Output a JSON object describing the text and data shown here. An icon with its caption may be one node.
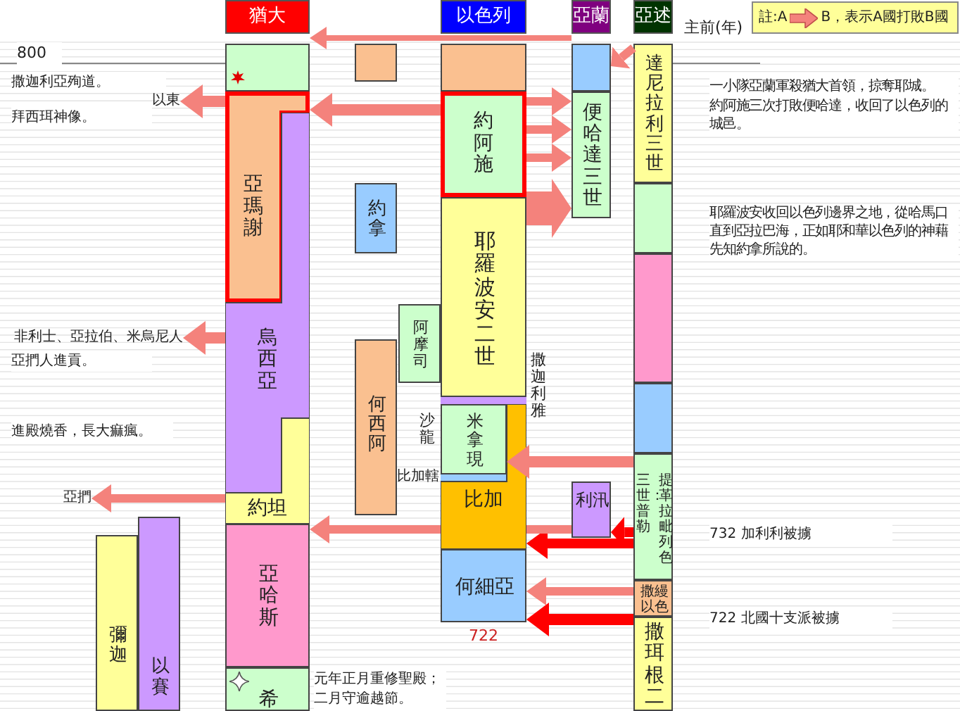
{
  "diagram": {
    "nodes": [
      {
        "text": [
          "猶大"
        ]
      },
      {
        "text": [
          "以色列"
        ]
      },
      {
        "text": [
          "亞蘭"
        ]
      },
      {
        "text": [
          "亞述"
        ]
      },
      {
        "text": [
          "註:A",
          "B，表示A國打敗B國"
        ]
      },
      {
        "text": [],
        "shape": "box"
      },
      {
        "text": [
          "亞瑪謝"
        ]
      },
      {
        "text": [
          "烏西亞"
        ]
      },
      {
        "text": [
          "約坦"
        ]
      },
      {
        "text": [
          "亞哈斯"
        ]
      },
      {
        "text": [
          "希"
        ]
      },
      {
        "text": [],
        "shape": "box"
      },
      {
        "text": [
          "約拿"
        ]
      },
      {
        "text": [
          "阿摩司"
        ]
      },
      {
        "text": [
          "何西阿"
        ]
      },
      {
        "text": [
          "彌迦"
        ]
      },
      {
        "text": [
          "以賽"
        ]
      },
      {
        "text": [],
        "shape": "box"
      },
      {
        "text": [
          "約阿施"
        ]
      },
      {
        "text": [
          "耶羅波安二世"
        ]
      },
      {
        "text": [],
        "shape": "bar"
      },
      {
        "text": [
          "米拿現"
        ]
      },
      {
        "text": [],
        "shape": "bar"
      },
      {
        "text": [
          "比加"
        ]
      },
      {
        "text": [
          "何細亞"
        ],
        "beside": [
          "722"
        ]
      },
      {
        "text": [],
        "shape": "box"
      },
      {
        "text": [
          "便哈達三世"
        ]
      },
      {
        "text": [
          "利汛"
        ]
      },
      {
        "text": [
          "達尼拉利三世"
        ]
      },
      {
        "text": [],
        "shape": "box"
      },
      {
        "text": [],
        "shape": "box"
      },
      {
        "text": [],
        "shape": "box"
      },
      {
        "text": [
          "三世：普勒",
          "提革拉毗列色"
        ]
      },
      {
        "text": [
          "撒縵以色"
        ]
      },
      {
        "text": [
          "撒珥根二"
        ]
      },
      {
        "text": [
          "以東"
        ]
      },
      {
        "text": [
          "非利士、亞拉伯、米烏尼人"
        ]
      },
      {
        "text": [
          "亞捫"
        ]
      }
    ],
    "edges": [
      {
        "from": 25,
        "to": 5,
        "arrow": "to",
        "color": "#f4827c"
      },
      {
        "from": 18,
        "to": 26,
        "arrow": "to",
        "color": "#f4827c"
      },
      {
        "from": 18,
        "to": 26,
        "arrow": "to",
        "color": "#f4827c"
      },
      {
        "from": 18,
        "to": 26,
        "arrow": "to",
        "color": "#f4827c"
      },
      {
        "from": 18,
        "to": 6,
        "arrow": "to",
        "color": "#f4827c"
      },
      {
        "from": 6,
        "to": 35,
        "arrow": "to",
        "color": "#f4827c"
      },
      {
        "from": 28,
        "to": 25,
        "arrow": "to",
        "color": "#f4827c"
      },
      {
        "from": 19,
        "to": 26,
        "arrow": "to",
        "style": "thick",
        "color": "#f4827c"
      },
      {
        "from": 7,
        "to": 36,
        "arrow": "to",
        "color": "#f4827c"
      },
      {
        "from": 8,
        "to": 37,
        "arrow": "to",
        "color": "#f4827c"
      },
      {
        "from": 32,
        "to": 21,
        "arrow": "to",
        "color": "#f4827c"
      },
      {
        "from": 23,
        "to": 9,
        "arrow": "to",
        "color": "#f4827c"
      },
      {
        "from": 32,
        "to": 27,
        "arrow": "to",
        "color": "#ff0000"
      },
      {
        "from": 32,
        "to": 23,
        "arrow": "to",
        "color": "#ff0000"
      },
      {
        "from": 33,
        "to": 24,
        "arrow": "to",
        "color": "#f4827c"
      },
      {
        "from": 34,
        "to": 24,
        "arrow": "to",
        "color": "#ff0000"
      },
      {
        "from": 27,
        "to": 23,
        "arrow": "none",
        "color": "#f4827c"
      }
    ],
    "labels": [
      "800",
      "撒迦利亞殉道。",
      "拜西珥神像。",
      "亞捫人進貢。",
      "進殿燒香，長大痲瘋。",
      "元年正月重修聖殿；二月守逾越節。",
      "沙龍",
      "比加轄",
      "撒迦利雅",
      "主前(年)",
      "一小隊亞蘭軍殺猶大首領，掠奪耶城。",
      "約阿施三次打敗便哈達，收回了以色列的城邑。",
      "耶羅波安收回以色列邊界之地，從哈馬口直到亞拉巴海，正如耶和華以色列的神藉先知約拿所說的。",
      "732 加利利被擄",
      "722 北國十支派被擄"
    ]
  }
}
